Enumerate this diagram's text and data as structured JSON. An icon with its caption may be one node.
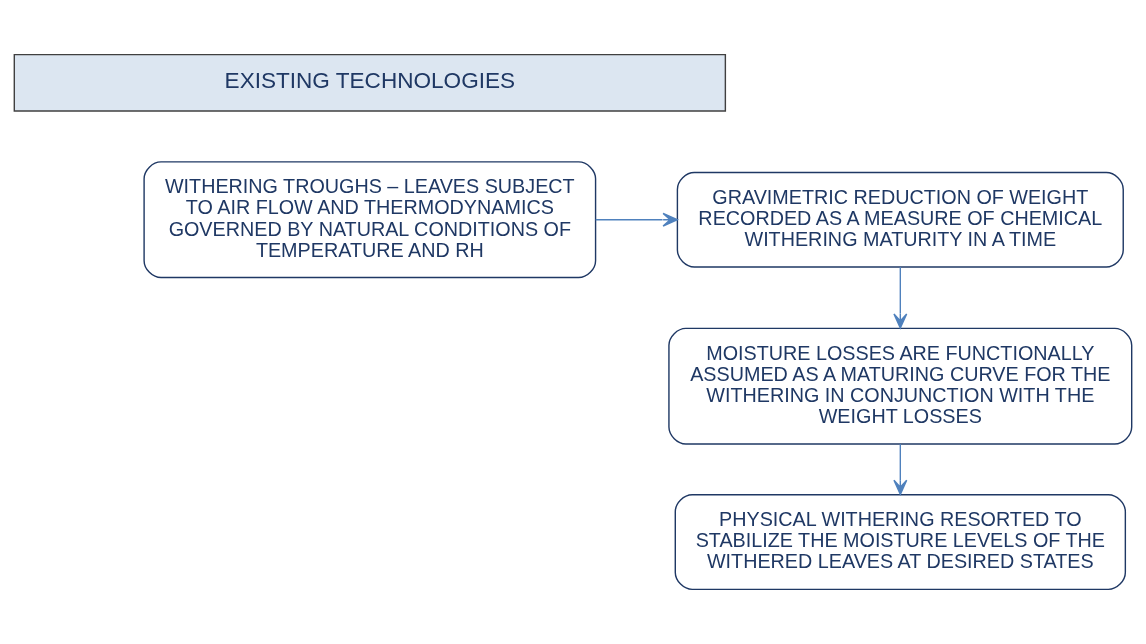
{
  "diagram": {
    "nodes": [
      {
        "text": [
          "EXISTING TECHNOLOGIES"
        ]
      },
      {
        "text": [
          "WITHERING TROUGHS – LEAVES SUBJECT TO AIR FLOW AND THERMODYNAMICS GOVERNED BY NATURAL CONDITIONS OF TEMPERATURE AND RH"
        ]
      },
      {
        "text": [
          "GRAVIMETRIC REDUCTION OF WEIGHT RECORDED AS A MEASURE OF CHEMICAL WITHERING MATURITY IN A TIME"
        ]
      },
      {
        "text": [
          "MOISTURE LOSSES ARE FUNCTIONALLY ASSUMED AS A MATURING CURVE FOR THE WITHERING IN CONJUNCTION WITH THE WEIGHT LOSSES"
        ]
      },
      {
        "text": [
          "PHYSICAL WITHERING RESORTED TO STABILIZE THE MOISTURE LEVELS OF THE WITHERED LEAVES AT DESIRED STATES"
        ]
      }
    ],
    "edges": [
      {
        "from": 1,
        "to": 2,
        "arrow": "to"
      },
      {
        "from": 2,
        "to": 3,
        "arrow": "to"
      },
      {
        "from": 3,
        "to": 4,
        "arrow": "to"
      }
    ]
  }
}
